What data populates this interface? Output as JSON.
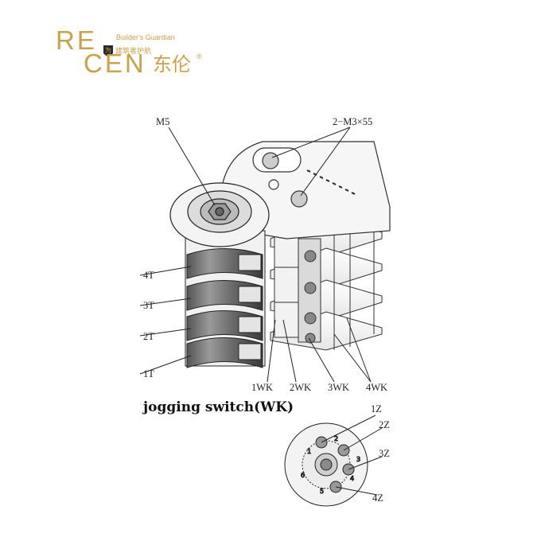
{
  "brand": {
    "logo_line1": "RE",
    "logo_line2": "CEN",
    "logo_cn": "东伦",
    "tagline_en": "Builder's Guardian",
    "tagline_cn": "建筑者护航",
    "registered": "®",
    "shield_char": "为",
    "colors": {
      "gold": "#c9a24a",
      "shield": "#2a2a2a"
    }
  },
  "diagram": {
    "caption": "jogging switch(WK)",
    "labels": {
      "screw_top": "M5",
      "screws_pair": "2−M3×55",
      "cam_4": "4T",
      "cam_3": "3T",
      "cam_2": "2T",
      "cam_1": "1T",
      "switch_1": "1WK",
      "switch_2": "2WK",
      "switch_3": "3WK",
      "switch_4": "4WK",
      "pos_1": "1Z",
      "pos_2": "2Z",
      "pos_3": "3Z",
      "pos_4": "4Z"
    }
  }
}
